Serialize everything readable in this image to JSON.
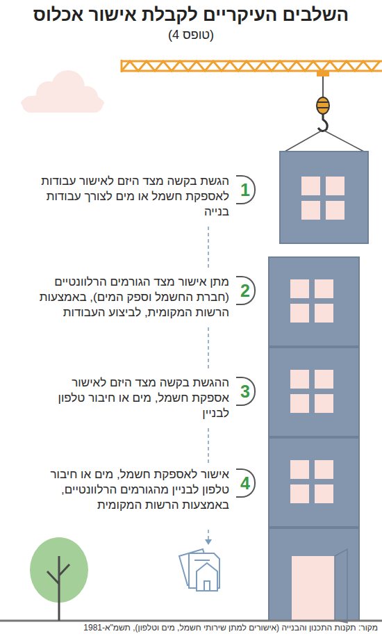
{
  "diagram": {
    "title": "השלבים העיקריים לקבלת אישור אכלוס",
    "caption": "מקור: תקנות התכנון והבנייה (אישורים למתן שירותי חשמל, מים וטלפון), תשמ\"א-1981",
    "nodes": [
      {
        "text": [
          "1",
          "הגשת בקשה מצד היזם לאישור עבודות לאספקת חשמל או מים לצורך עבודות בנייה"
        ]
      },
      {
        "text": [
          "2",
          "מתן אישור מצד הגורמים הרלוונטיים (חברת החשמל וספק המים), באמצעות הרשות המקומית, לביצוע העבודות"
        ]
      },
      {
        "text": [
          "3",
          "ההגשת בקשה מצד היזם לאישור אספקת חשמל, מים או חיבור טלפון לבניין"
        ]
      },
      {
        "text": [
          "4",
          "אישור לאספקת חשמל, מים או חיבור טלפון לבניין מהגורמים הרלוונטיים, באמצעות הרשות המקומית"
        ]
      }
    ],
    "edges": [
      {
        "from": 0,
        "to": 1,
        "arrow": "none"
      },
      {
        "from": 1,
        "to": 2,
        "arrow": "none"
      },
      {
        "from": 2,
        "to": 3,
        "arrow": "none"
      }
    ],
    "labels": [
      "(טופס 4)"
    ]
  }
}
